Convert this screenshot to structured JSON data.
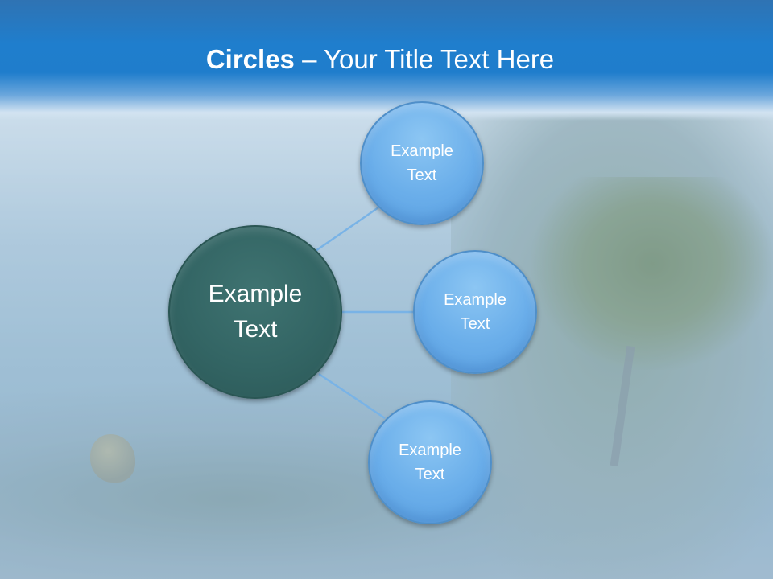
{
  "slide": {
    "title_bold": "Circles",
    "title_rest": " – Your Title Text Here",
    "accent_color": "#1f7ecd",
    "center_circle_color": "#336564",
    "satellite_circle_color": "#6aaeea",
    "connector_color": "#79b3e6"
  },
  "diagram": {
    "center": {
      "line1": "Example",
      "line2": "Text"
    },
    "satellites": [
      {
        "line1": "Example",
        "line2": "Text"
      },
      {
        "line1": "Example",
        "line2": "Text"
      },
      {
        "line1": "Example",
        "line2": "Text"
      }
    ]
  }
}
